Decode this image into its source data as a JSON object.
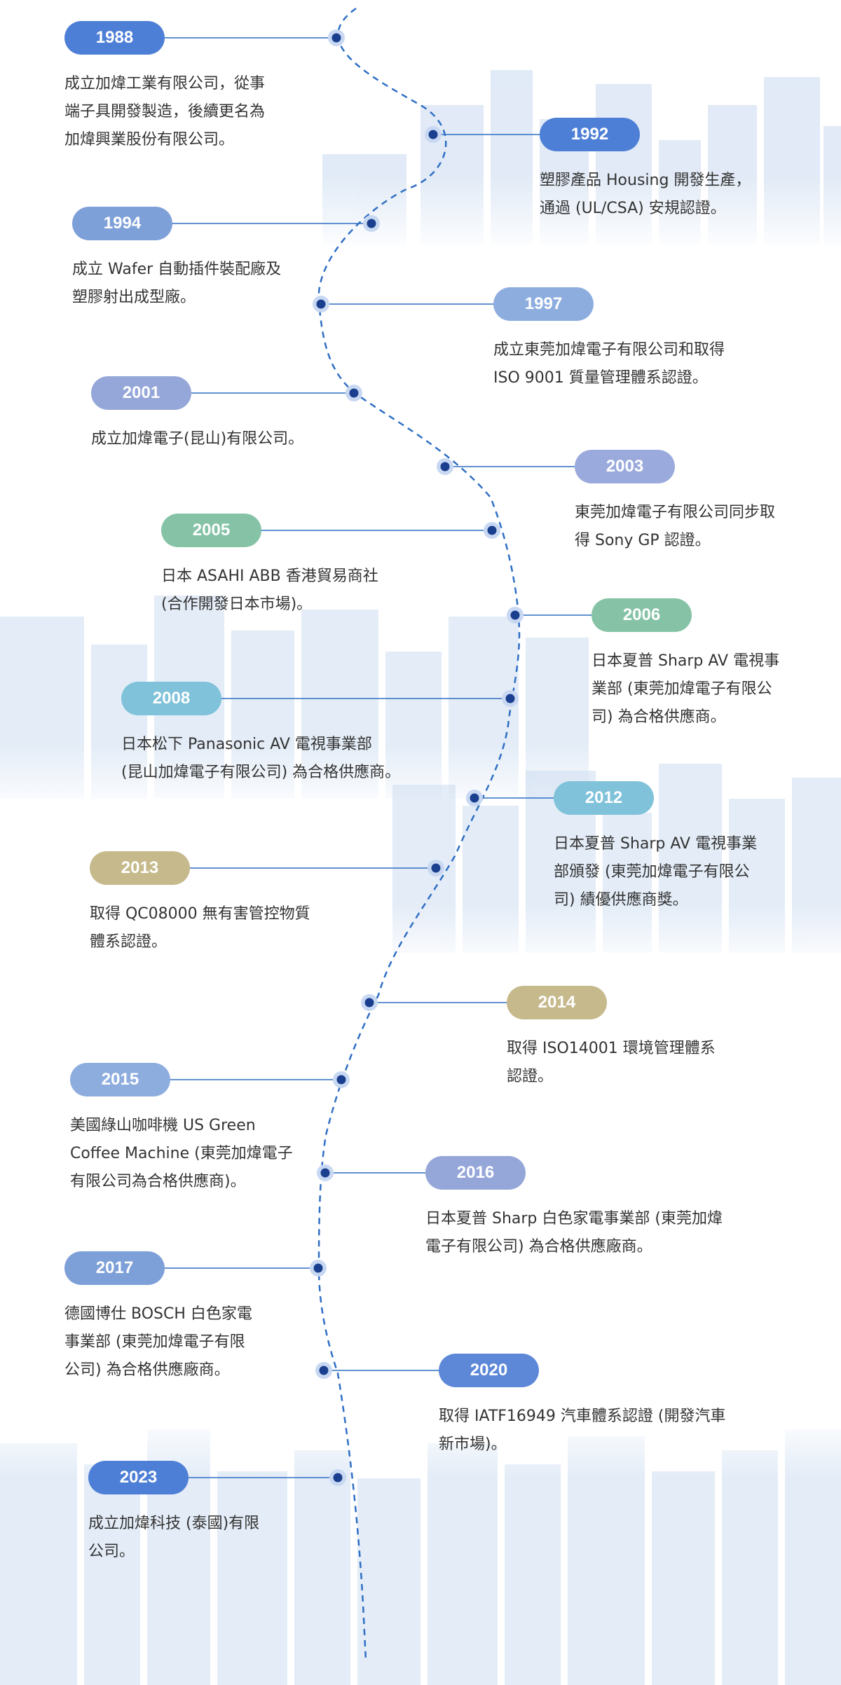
{
  "colors": {
    "line": "#2f6fc4",
    "dot": "#1a3f8f",
    "dot_halo": "#c8d8f2",
    "skyline": "#c9daf0"
  },
  "events": [
    {
      "year": "1988",
      "color": "#4e7fd6",
      "desc": "成立加煒工業有限公司，從事\n端子具開發製造，後續更名為\n加煒興業股份有限公司。"
    },
    {
      "year": "1992",
      "color": "#4e7fd6",
      "desc": "塑膠產品 Housing 開發生產，\n通過 (UL/CSA) 安規認證。"
    },
    {
      "year": "1994",
      "color": "#7ea0d8",
      "desc": "成立 Wafer 自動插件裝配廠及\n塑膠射出成型廠。"
    },
    {
      "year": "1997",
      "color": "#8eaddf",
      "desc": "成立東莞加煒電子有限公司和取得\nISO 9001 質量管理體系認證。"
    },
    {
      "year": "2001",
      "color": "#95a6d8",
      "desc": "成立加煒電子(昆山)有限公司。"
    },
    {
      "year": "2003",
      "color": "#9aaadc",
      "desc": "東莞加煒電子有限公司同步取\n得 Sony GP 認證。"
    },
    {
      "year": "2005",
      "color": "#86c3a6",
      "desc": "日本 ASAHI ABB 香港貿易商社\n(合作開發日本市場)。"
    },
    {
      "year": "2006",
      "color": "#86c3a6",
      "desc": "日本夏普 Sharp AV 電視事\n業部 (東莞加煒電子有限公\n司) 為合格供應商。"
    },
    {
      "year": "2008",
      "color": "#7fc2da",
      "desc": "日本松下 Panasonic AV 電視事業部\n(昆山加煒電子有限公司) 為合格供應商。"
    },
    {
      "year": "2012",
      "color": "#7fc2da",
      "desc": "日本夏普 Sharp AV 電視事業\n部頒發 (東莞加煒電子有限公\n司) 績優供應商獎。"
    },
    {
      "year": "2013",
      "color": "#c6b98c",
      "desc": "取得 QC08000 無有害管控物質\n體系認證。"
    },
    {
      "year": "2014",
      "color": "#c6b98c",
      "desc": "取得 ISO14001 環境管理體系\n認證。"
    },
    {
      "year": "2015",
      "color": "#8eaddf",
      "desc": "美國綠山咖啡機 US Green\nCoffee Machine (東莞加煒電子\n有限公司為合格供應商)。"
    },
    {
      "year": "2016",
      "color": "#95a6d8",
      "desc": "日本夏普 Sharp 白色家電事業部 (東莞加煒\n電子有限公司) 為合格供應廠商。"
    },
    {
      "year": "2017",
      "color": "#7ea0d8",
      "desc": "德國博仕 BOSCH 白色家電\n事業部 (東莞加煒電子有限\n公司) 為合格供應廠商。"
    },
    {
      "year": "2020",
      "color": "#5d88d8",
      "desc": "取得 IATF16949 汽車體系認證 (開發汽車\n新市場)。"
    },
    {
      "year": "2023",
      "color": "#4e7fd6",
      "desc": "成立加煒科技 (泰國)有限\n公司。"
    }
  ]
}
